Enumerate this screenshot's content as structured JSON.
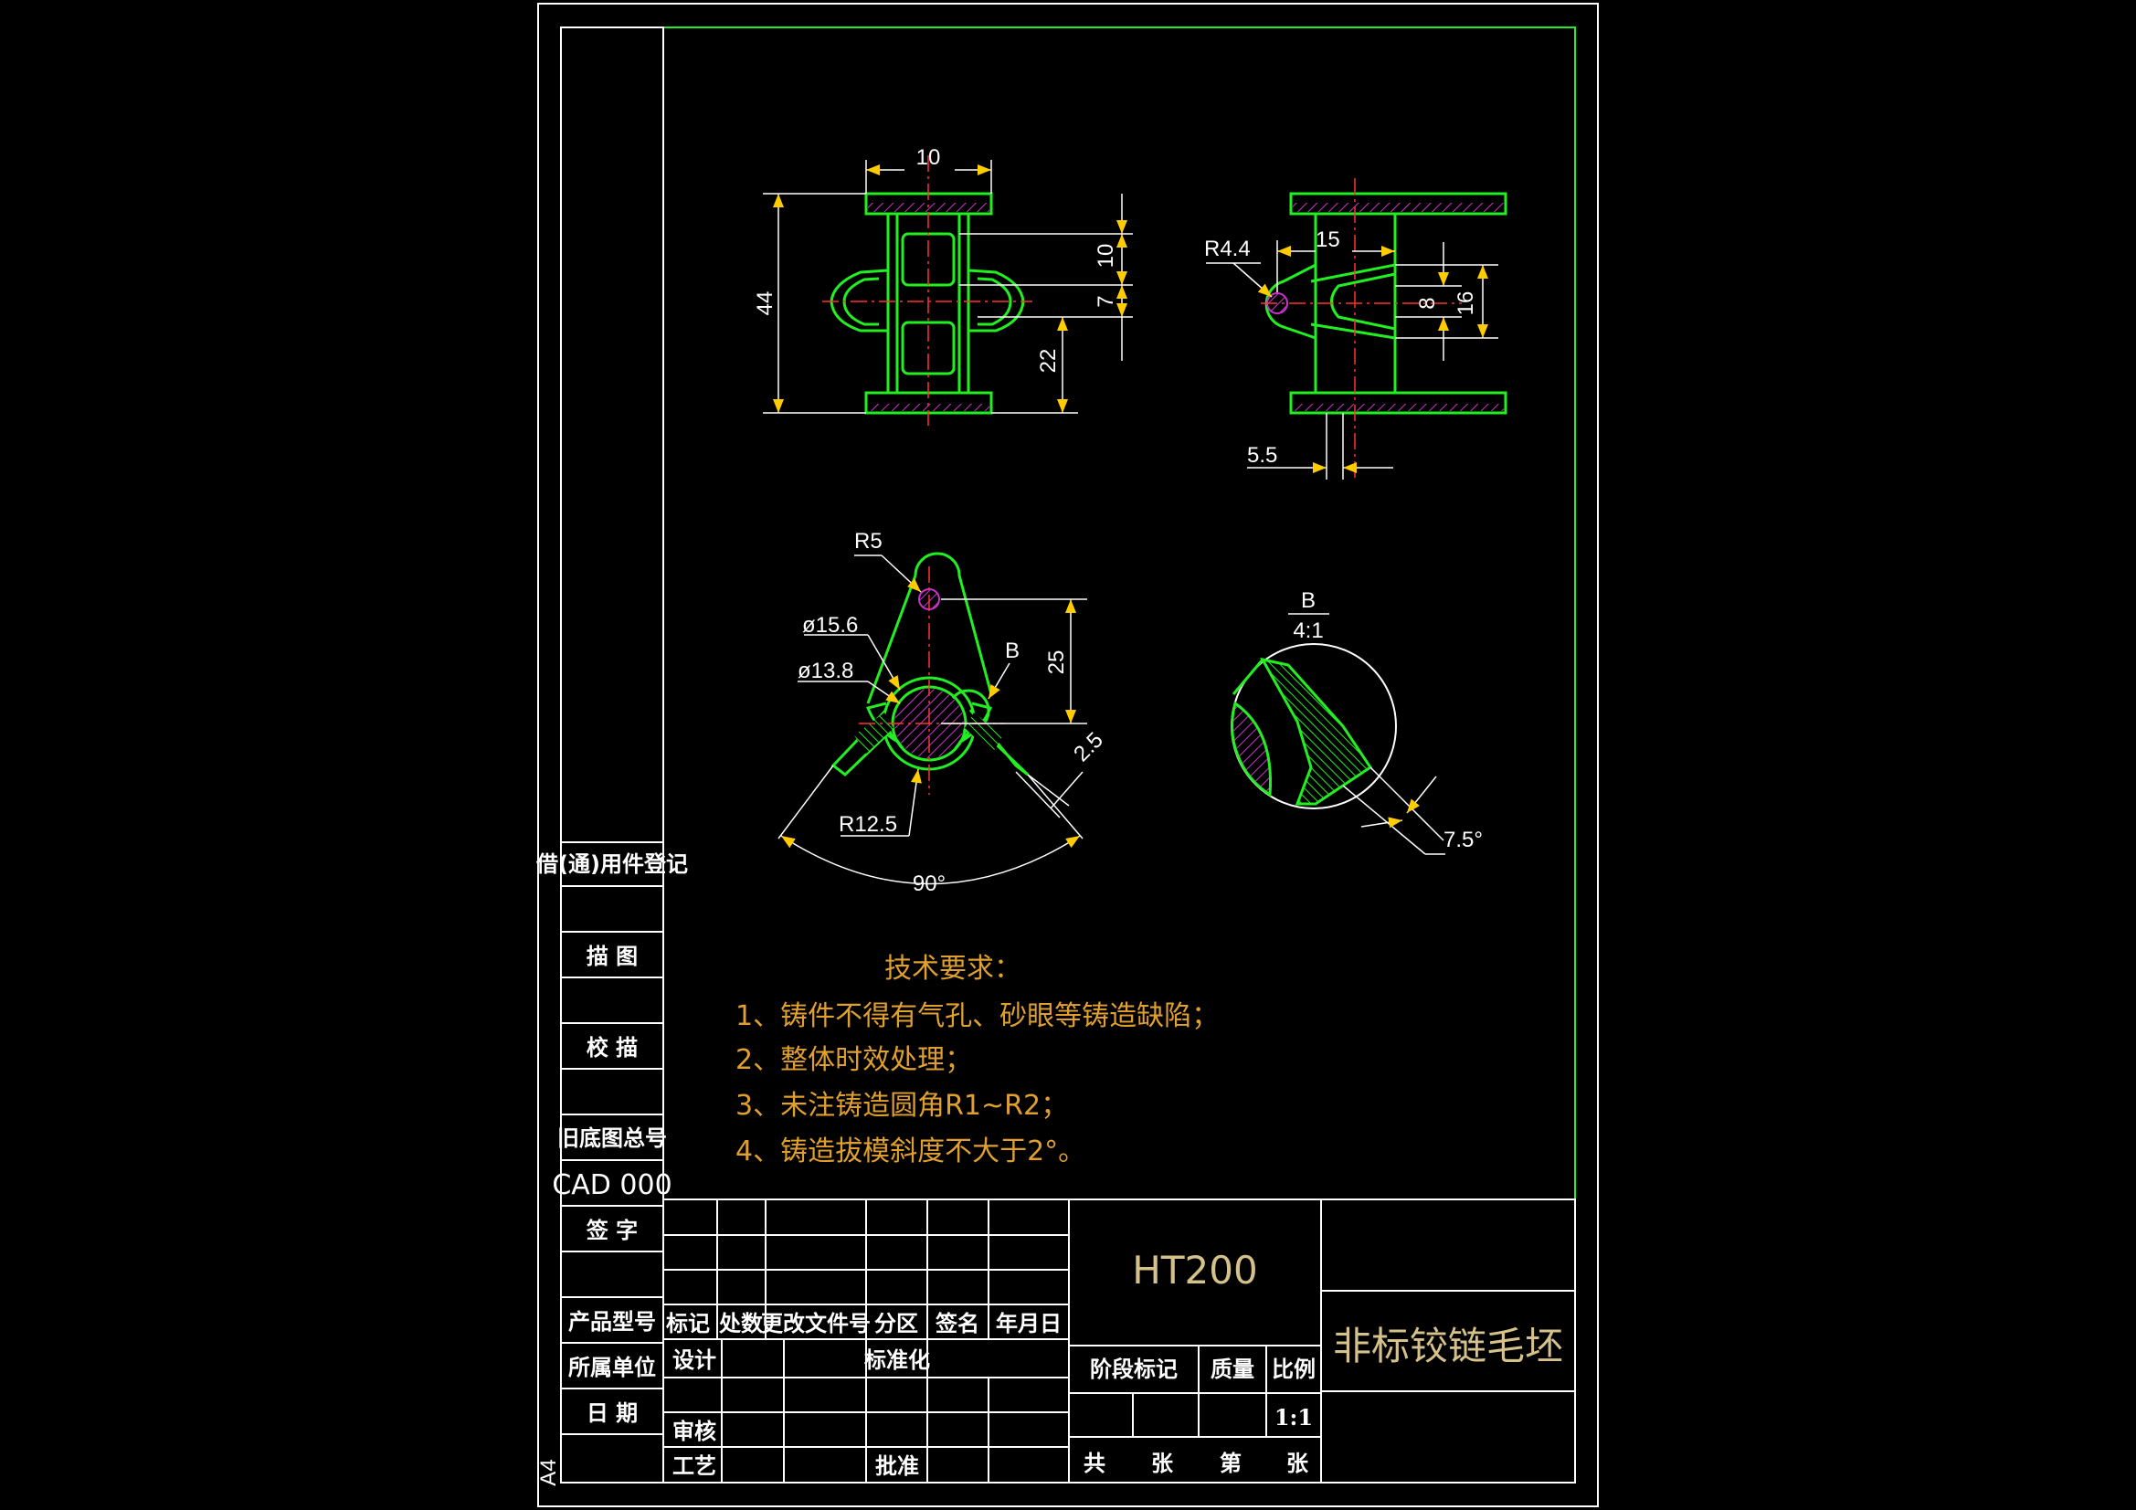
{
  "drawing": {
    "paper_size": "A4",
    "colors": {
      "background": "#000000",
      "frame": "#ffffff",
      "part": "#22ee22",
      "hatch": "#cc33cc",
      "dimension": "#ffffff",
      "arrow": "#ffcc00",
      "notes": "#e0a030",
      "title": "#d4c28a"
    }
  },
  "side_block": {
    "borrow_register": "借(通)用件登记",
    "trace": "描  图",
    "proof_trace": "校  描",
    "old_base_no": "旧底图总号",
    "cad_no": "CAD 000",
    "signature": "签  字",
    "product_model": "产品型号",
    "unit": "所属单位",
    "date": "日  期"
  },
  "views": {
    "front": {
      "dims": [
        "10",
        "44",
        "10",
        "7",
        "22"
      ]
    },
    "side": {
      "dims": [
        "R4.4",
        "15",
        "8",
        "16",
        "5.5"
      ]
    },
    "top": {
      "dims": [
        "R5",
        "ø15.6",
        "ø13.8",
        "B",
        "25",
        "2.5",
        "R12.5",
        "90°"
      ]
    },
    "detail": {
      "label": "B",
      "scale": "4:1",
      "angle": "7.5°"
    }
  },
  "tech_requirements": {
    "title": "技术要求：",
    "items": [
      "1、铸件不得有气孔、砂眼等铸造缺陷；",
      "2、整体时效处理；",
      "3、未注铸造圆角R1~R2；",
      "4、铸造拔模斜度不大于2°。"
    ]
  },
  "title_block": {
    "headers": [
      "标记",
      "处数",
      "更改文件号",
      "分区",
      "签名",
      "年月日"
    ],
    "design": "设计",
    "standardization": "标准化",
    "review": "审核",
    "process": "工艺",
    "approve": "批准",
    "material": "HT200",
    "stage_mark": "阶段标记",
    "weight": "质量",
    "scale_label": "比例",
    "scale": "1:1",
    "sheets": [
      "共",
      "张",
      "第",
      "张"
    ],
    "part_name": "非标铰链毛坯"
  }
}
